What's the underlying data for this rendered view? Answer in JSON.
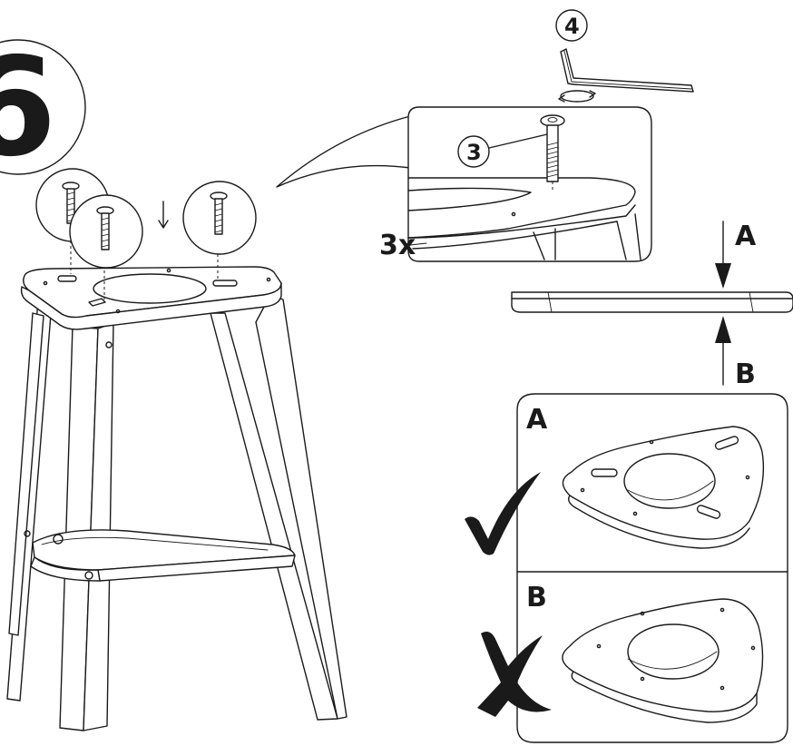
{
  "step": {
    "number": "6"
  },
  "parts": {
    "allen_key": "4",
    "bolt": "3"
  },
  "quantity": "3x",
  "orientation": {
    "top_label": "A",
    "bottom_label": "B"
  },
  "panels": {
    "correct_label": "A",
    "wrong_label": "B"
  }
}
